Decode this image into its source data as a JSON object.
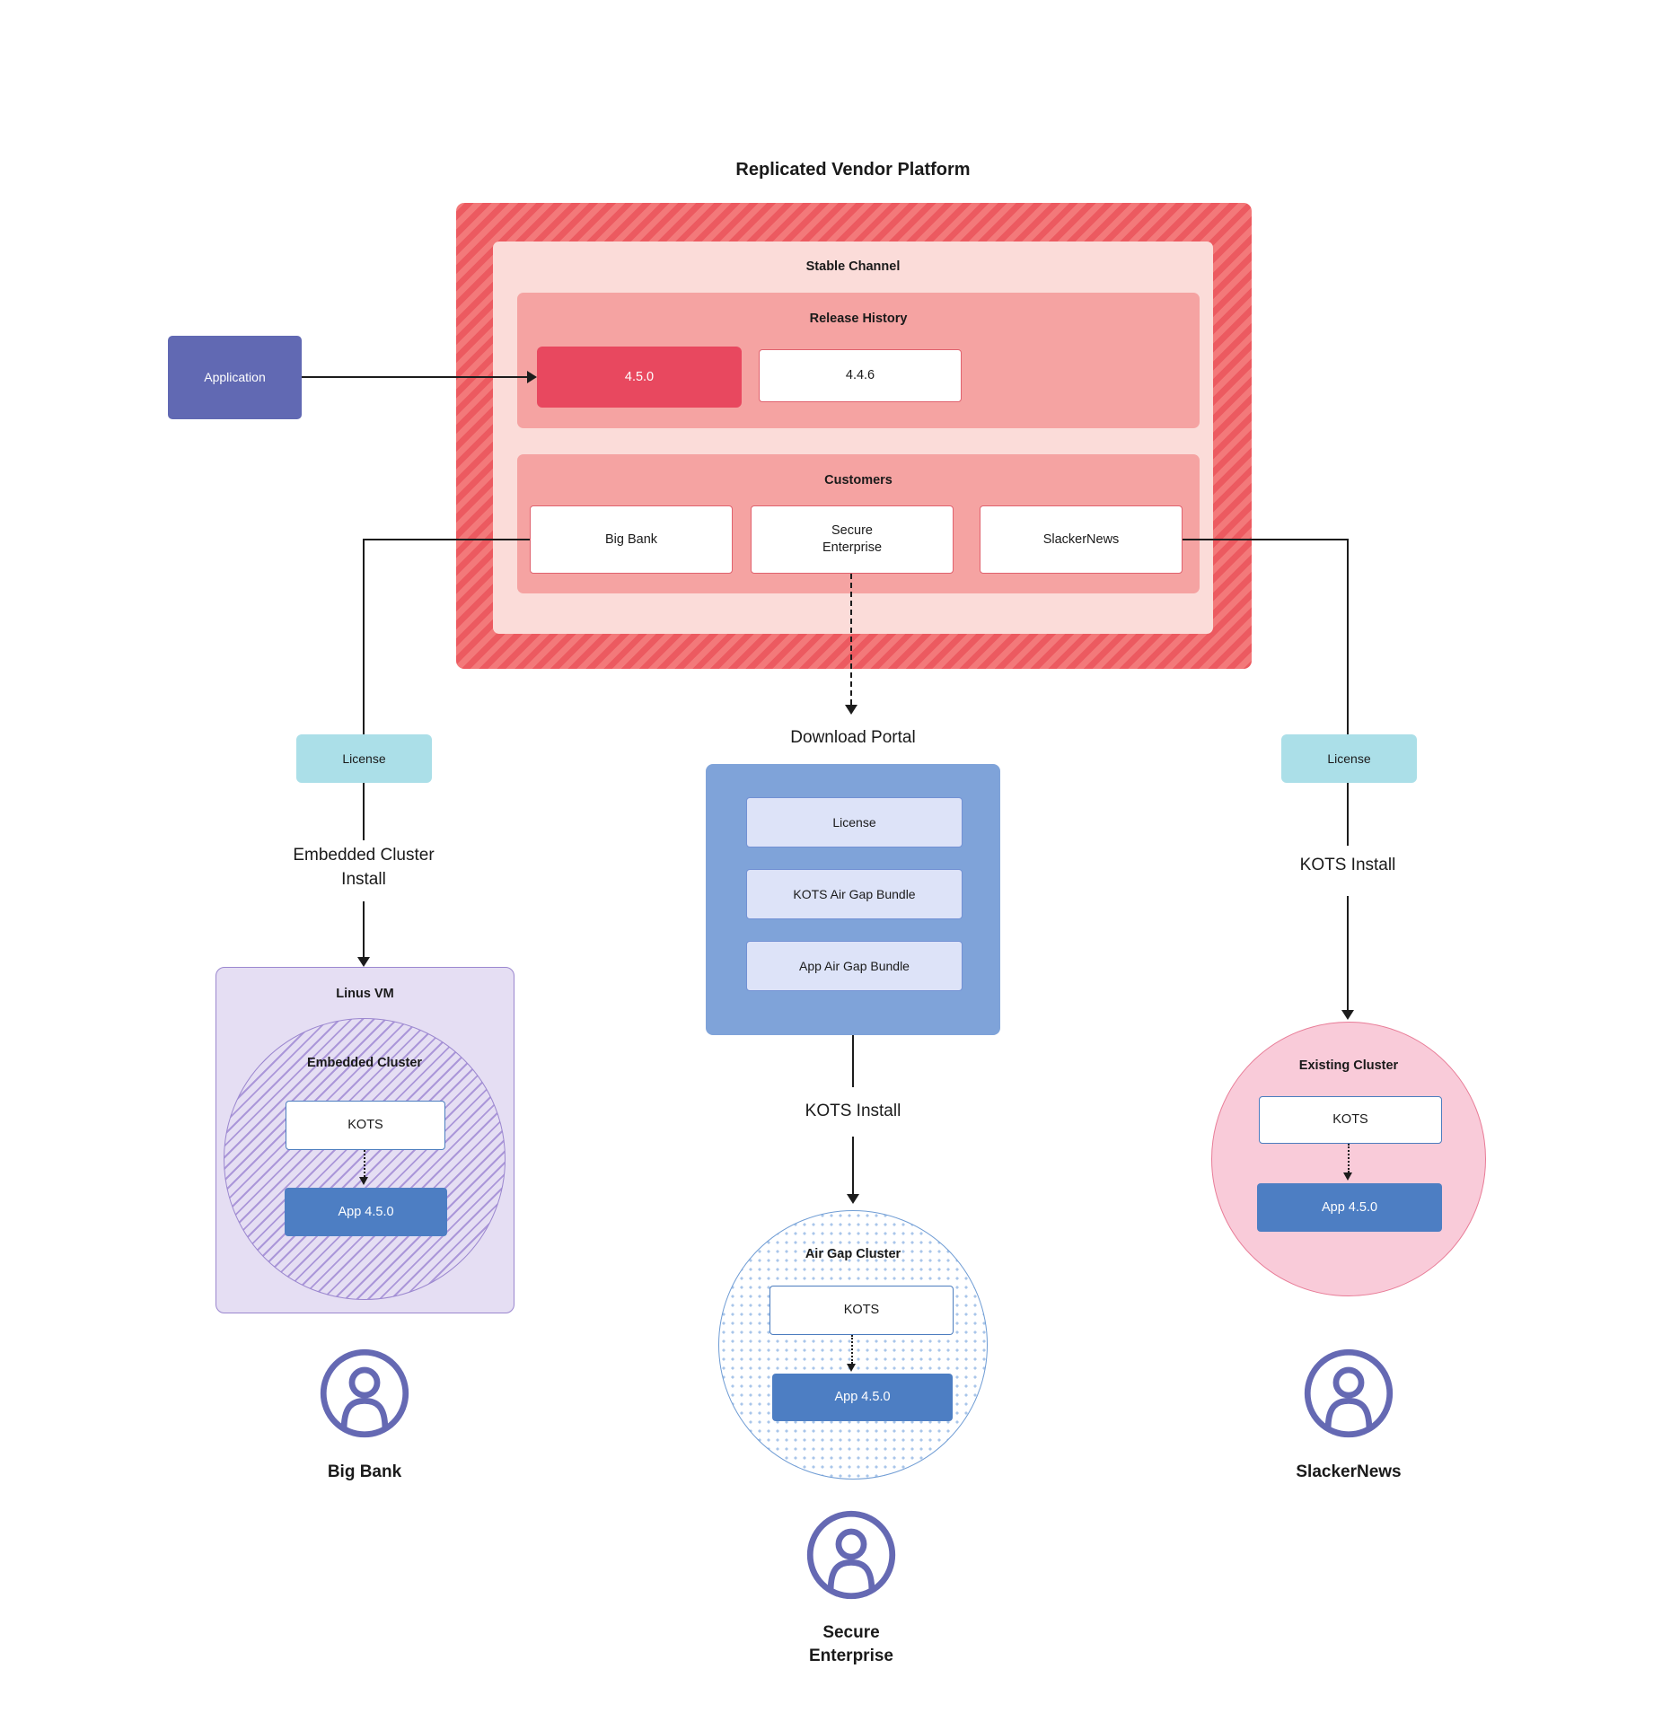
{
  "title": "Replicated Vendor Platform",
  "platform": {
    "stable_channel_label": "Stable Channel",
    "release_history_label": "Release History",
    "releases": {
      "current": "4.5.0",
      "previous": "4.4.6"
    },
    "customers_label": "Customers",
    "customers": {
      "big_bank": "Big Bank",
      "secure_enterprise": "Secure Enterprise",
      "slackernews": "SlackerNews"
    }
  },
  "application_label": "Application",
  "left": {
    "license": "License",
    "install": "Embedded Cluster Install",
    "vm": "Linus VM",
    "cluster": "Embedded Cluster",
    "kots": "KOTS",
    "app": "App 4.5.0",
    "name": "Big Bank"
  },
  "center": {
    "portal_label": "Download Portal",
    "portal": {
      "license": "License",
      "kots_bundle": "KOTS Air Gap Bundle",
      "app_bundle": "App Air Gap Bundle"
    },
    "install": "KOTS Install",
    "cluster": "Air Gap Cluster",
    "kots": "KOTS",
    "app": "App 4.5.0",
    "name": "Secure Enterprise"
  },
  "right": {
    "license": "License",
    "install": "KOTS Install",
    "cluster": "Existing Cluster",
    "kots": "KOTS",
    "app": "App 4.5.0",
    "name": "SlackerNews"
  },
  "colors": {
    "hatch_red_light": "#f3797a",
    "hatch_red_dark": "#ec5a60",
    "light_pink": "#fbdcd9",
    "salmon": "#f5a3a2",
    "release_red": "#e8485f",
    "red_border": "#e0626e",
    "indigo": "#6169b3",
    "teal": "#abdfe8",
    "portal_blue": "#7fa3d9",
    "lavender": "#dde3f8",
    "purple_fill": "#e5def3",
    "purple_border": "#9b87cf",
    "kots_border_blue": "#4c7dbf",
    "app_blue": "#4d7ec3",
    "pink_fill": "#f9cbd9",
    "pink_border": "#e87c97",
    "user_icon": "#6569b3"
  }
}
